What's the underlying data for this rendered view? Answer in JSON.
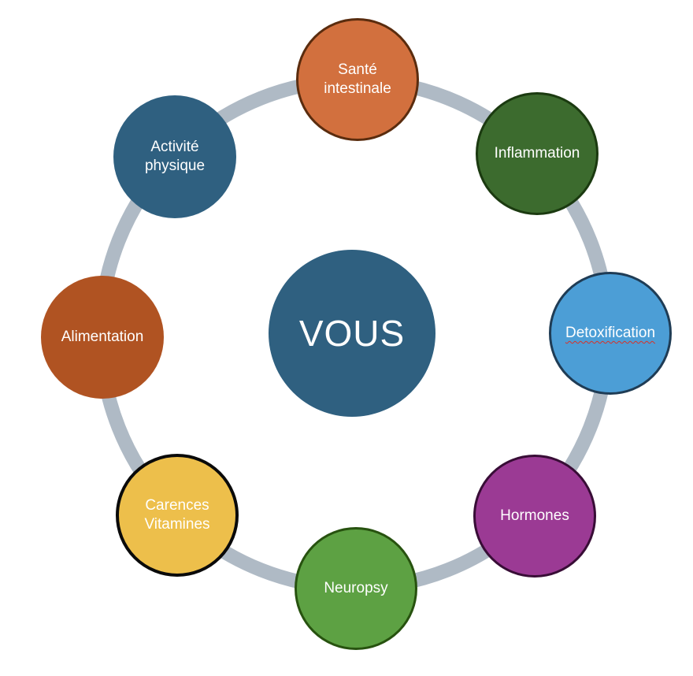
{
  "diagram": {
    "background_color": "#FFFFFF",
    "ring": {
      "color": "#AFBAC5"
    },
    "center_node": {
      "label": "VOUS",
      "fill": "#2F6080",
      "text_color": "#FFFFFF"
    },
    "spellcheck_underline_color": "#D93025",
    "nodes": [
      {
        "id": "sante-intestinale",
        "label": "Santé\nintestinale",
        "fill": "#D2703E",
        "border_color": "#5A2C0E",
        "text_color": "#FFFFFF",
        "position": "top"
      },
      {
        "id": "inflammation",
        "label": "Inflammation",
        "fill": "#3C6B2E",
        "border_color": "#1B3A10",
        "text_color": "#FFFFFF",
        "position": "top-right"
      },
      {
        "id": "detoxification",
        "label": "Detoxification",
        "fill": "#4C9ED6",
        "border_color": "#1F3C55",
        "text_color": "#FFFFFF",
        "position": "right",
        "spellcheck_underline": true
      },
      {
        "id": "hormones",
        "label": "Hormones",
        "fill": "#9B3A94",
        "border_color": "#380D36",
        "text_color": "#FFFFFF",
        "position": "bottom-right"
      },
      {
        "id": "neuropsy",
        "label": "Neuropsy",
        "fill": "#5DA143",
        "border_color": "#27520F",
        "text_color": "#FFFFFF",
        "position": "bottom"
      },
      {
        "id": "carences-vitamines",
        "label": "Carences\nVitamines",
        "fill": "#EDBF4B",
        "border_color": "#0A0A0A",
        "text_color": "#FFFFFF",
        "position": "bottom-left"
      },
      {
        "id": "alimentation",
        "label": "Alimentation",
        "fill": "#B05322",
        "border_color": null,
        "text_color": "#FFFFFF",
        "position": "left"
      },
      {
        "id": "activite-physique",
        "label": "Activité\nphysique",
        "fill": "#2F6080",
        "border_color": null,
        "text_color": "#FFFFFF",
        "position": "top-left"
      }
    ]
  }
}
